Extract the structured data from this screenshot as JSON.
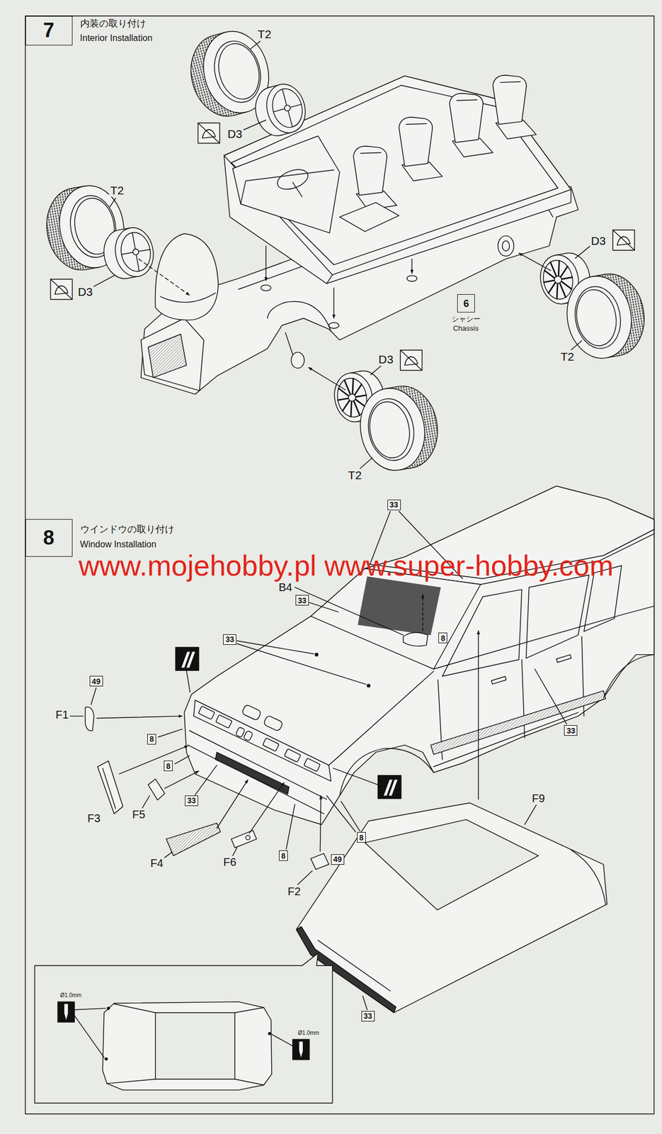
{
  "diagram": {
    "nodes": [
      {
        "text": [
          "7",
          "内装の取り付け",
          "Interior Installation"
        ]
      },
      {
        "text": [
          "6",
          "シャシー",
          "Chassis"
        ]
      },
      {
        "text": [
          "8",
          "ウインドウの取り付け",
          "Window Installation"
        ]
      },
      {
        "text": [
          "33"
        ]
      },
      {
        "text": [
          "33"
        ]
      },
      {
        "text": [
          "8"
        ]
      },
      {
        "text": [
          "33"
        ]
      },
      {
        "text": [
          "49"
        ]
      },
      {
        "text": [
          "33"
        ]
      },
      {
        "text": [
          "8"
        ]
      },
      {
        "text": [
          "8"
        ]
      },
      {
        "text": [
          "33"
        ]
      },
      {
        "text": [
          "8"
        ]
      },
      {
        "text": [
          "8"
        ]
      },
      {
        "text": [
          "49"
        ]
      },
      {
        "text": [
          "33"
        ]
      }
    ],
    "labels": [
      "T2",
      "D3",
      "T2",
      "D3",
      "D3",
      "T2",
      "D3",
      "T2",
      "www.mojehobby.pl www.super-hobby.com",
      "B4",
      "F1",
      "F3",
      "F5",
      "F4",
      "F6",
      "F2",
      "F9",
      "Ø1.0mm",
      "Ø1.0mm"
    ]
  }
}
